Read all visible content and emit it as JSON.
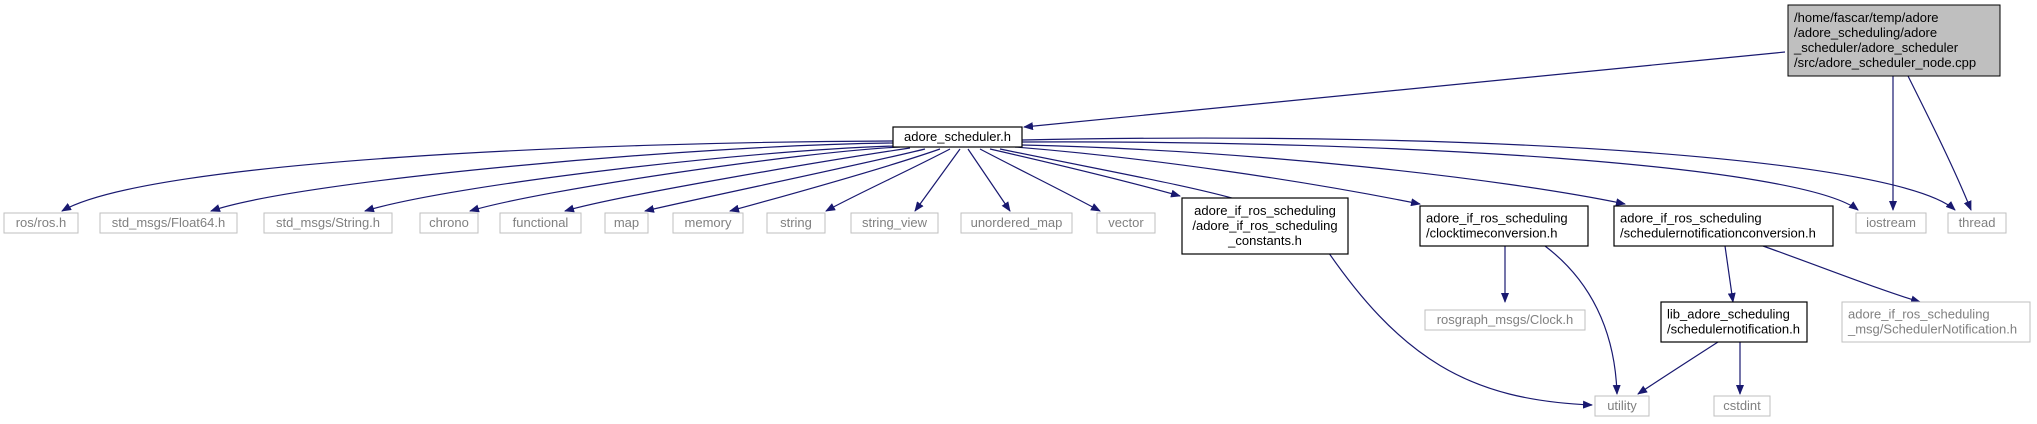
{
  "colors": {
    "edge": "#191970",
    "root_fill": "#bfbfbf",
    "documented_border": "#000000",
    "external_border": "#bfbfbf",
    "documented_text": "#000000",
    "external_text": "#808080"
  },
  "root": {
    "lines": [
      "/home/fascar/temp/adore",
      "/adore_scheduling/adore",
      "_scheduler/adore_scheduler",
      "/src/adore_scheduler_node.cpp"
    ]
  },
  "nodes": {
    "adore_scheduler_h": {
      "lines": [
        "adore_scheduler.h"
      ],
      "kind": "documented"
    },
    "ros_ros_h": {
      "lines": [
        "ros/ros.h"
      ],
      "kind": "external"
    },
    "float64_h": {
      "lines": [
        "std_msgs/Float64.h"
      ],
      "kind": "external"
    },
    "string_msg_h": {
      "lines": [
        "std_msgs/String.h"
      ],
      "kind": "external"
    },
    "chrono": {
      "lines": [
        "chrono"
      ],
      "kind": "external"
    },
    "functional": {
      "lines": [
        "functional"
      ],
      "kind": "external"
    },
    "map": {
      "lines": [
        "map"
      ],
      "kind": "external"
    },
    "memory": {
      "lines": [
        "memory"
      ],
      "kind": "external"
    },
    "string": {
      "lines": [
        "string"
      ],
      "kind": "external"
    },
    "string_view": {
      "lines": [
        "string_view"
      ],
      "kind": "external"
    },
    "unordered_map": {
      "lines": [
        "unordered_map"
      ],
      "kind": "external"
    },
    "vector": {
      "lines": [
        "vector"
      ],
      "kind": "external"
    },
    "constants_h": {
      "lines": [
        "adore_if_ros_scheduling",
        "/adore_if_ros_scheduling",
        "_constants.h"
      ],
      "kind": "documented"
    },
    "clocktime_h": {
      "lines": [
        "adore_if_ros_scheduling",
        "/clocktimeconversion.h"
      ],
      "kind": "documented"
    },
    "notifconv_h": {
      "lines": [
        "adore_if_ros_scheduling",
        "/schedulernotificationconversion.h"
      ],
      "kind": "documented"
    },
    "iostream": {
      "lines": [
        "iostream"
      ],
      "kind": "external"
    },
    "thread": {
      "lines": [
        "thread"
      ],
      "kind": "external"
    },
    "clock_h": {
      "lines": [
        "rosgraph_msgs/Clock.h"
      ],
      "kind": "external"
    },
    "lib_notif_h": {
      "lines": [
        "lib_adore_scheduling",
        "/schedulernotification.h"
      ],
      "kind": "documented"
    },
    "msg_notif_h": {
      "lines": [
        "adore_if_ros_scheduling",
        "_msg/SchedulerNotification.h"
      ],
      "kind": "external"
    },
    "utility": {
      "lines": [
        "utility"
      ],
      "kind": "external"
    },
    "cstdint": {
      "lines": [
        "cstdint"
      ],
      "kind": "external"
    }
  },
  "edges": [
    [
      "root",
      "adore_scheduler_h"
    ],
    [
      "root",
      "iostream"
    ],
    [
      "root",
      "thread"
    ],
    [
      "adore_scheduler_h",
      "ros_ros_h"
    ],
    [
      "adore_scheduler_h",
      "float64_h"
    ],
    [
      "adore_scheduler_h",
      "string_msg_h"
    ],
    [
      "adore_scheduler_h",
      "chrono"
    ],
    [
      "adore_scheduler_h",
      "functional"
    ],
    [
      "adore_scheduler_h",
      "map"
    ],
    [
      "adore_scheduler_h",
      "memory"
    ],
    [
      "adore_scheduler_h",
      "string"
    ],
    [
      "adore_scheduler_h",
      "string_view"
    ],
    [
      "adore_scheduler_h",
      "unordered_map"
    ],
    [
      "adore_scheduler_h",
      "vector"
    ],
    [
      "adore_scheduler_h",
      "constants_h"
    ],
    [
      "adore_scheduler_h",
      "clocktime_h"
    ],
    [
      "adore_scheduler_h",
      "notifconv_h"
    ],
    [
      "adore_scheduler_h",
      "iostream"
    ],
    [
      "adore_scheduler_h",
      "thread"
    ],
    [
      "adore_scheduler_h",
      "utility"
    ],
    [
      "clocktime_h",
      "clock_h"
    ],
    [
      "clocktime_h",
      "utility"
    ],
    [
      "notifconv_h",
      "lib_notif_h"
    ],
    [
      "notifconv_h",
      "msg_notif_h"
    ],
    [
      "lib_notif_h",
      "utility"
    ],
    [
      "lib_notif_h",
      "cstdint"
    ]
  ]
}
